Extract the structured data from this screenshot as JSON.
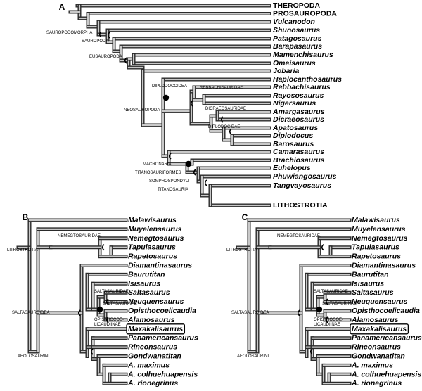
{
  "panels": {
    "a": {
      "label": "A",
      "taxa": [
        "THEROPODA",
        "PROSAUROPODA",
        "Vulcanodon",
        "Shunosaurus",
        "Patagosaurus",
        "Barapasaurus",
        "Mamenchisaurus",
        "Omeisaurus",
        "Jobaria",
        "Haplocanthosaurus",
        "Rebbachisaurus",
        "Rayososaurus",
        "Nigersaurus",
        "Amargasaurus",
        "Dicraeosaurus",
        "Apatosaurus",
        "Diplodocus",
        "Barosaurus",
        "Camarasaurus",
        "Brachiosaurus",
        "Euhelopus",
        "Phuwiangosaurus",
        "Tangvayosaurus",
        "LITHOSTROTIA"
      ],
      "clades": [
        "SAUROPODOMORPHA",
        "SAUROPODA",
        "EUSAUROPODA",
        "DIPLODOCOIDEA",
        "REBBACHISAURIDAE",
        "DICRAEOSAURIDAE",
        "DIPLODOCIDAE",
        "NEOSAUROPODA",
        "MACRONARIA",
        "TITANOSAURIFORMES",
        "SOMPHOSPONDYLI",
        "TITANOSAURIA"
      ]
    },
    "b": {
      "label": "B",
      "taxa": [
        "Malawisaurus",
        "Muyelensaurus",
        "Nemegtosaurus",
        "Tapuiasaurus",
        "Rapetosaurus",
        "Diamantinasaurus",
        "Baurutitan",
        "Isisaurus",
        "Saltasaurus",
        "Neuquensaurus",
        "Opisthocoelicaudia",
        "Alamosaurus",
        "Maxakalisaurus",
        "Panamericansaurus",
        "Rinconsaurus",
        "Gondwanatitan",
        "A. maximus",
        "A. colhuehuapensis",
        "A. rionegrinus"
      ],
      "clades": [
        "LITHOSTROTIA",
        "NEMEGTOSAURIDAE",
        "SALTASAURIDAE",
        "SALTASAURINAE",
        "OPISTHOCOE-",
        "LICAUDIINAE",
        "SALTASAUROIDEA",
        "AEOLOSAURINI"
      ]
    },
    "c": {
      "label": "C",
      "taxa": [
        "Malawisaurus",
        "Muyelensaurus",
        "Nemegtosaurus",
        "Tapuiasaurus",
        "Rapetosaurus",
        "Diamantinasaurus",
        "Baurutitan",
        "Isisaurus",
        "Saltasaurus",
        "Neuquensaurus",
        "Opisthocoelicaudia",
        "Alamosaurus",
        "Maxakalisaurus",
        "Panamericansaurus",
        "Rinconsaurus",
        "Gondwanatitan",
        "A. maximus",
        "A. colhuehuapensis",
        "A. rionegrinus"
      ],
      "clades": [
        "LITHOSTROTIA",
        "NEMEGTOSAURIDAE",
        "SALTASAURIDAE",
        "SALTASAURINAE",
        "OPISTHOCOE-",
        "LICAUDIINAE",
        "SALTASAUROIDEA",
        "AEOLOSAURINI"
      ]
    }
  }
}
